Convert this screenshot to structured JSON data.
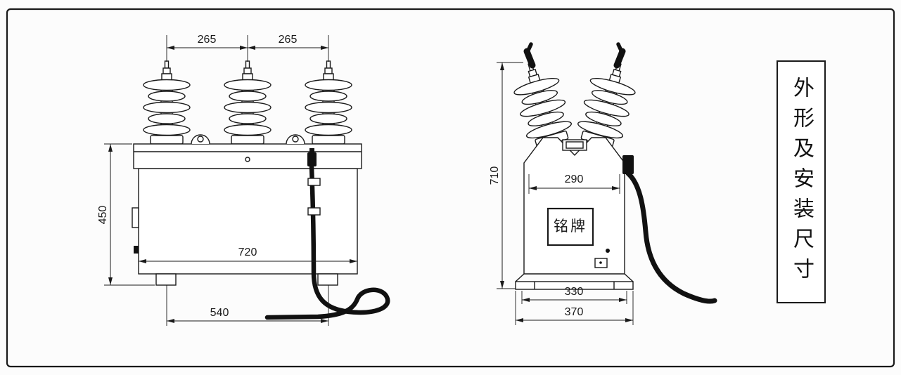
{
  "title_panel": {
    "text": "外形及安装尺寸"
  },
  "front_view": {
    "dims": {
      "spacing_left": "265",
      "spacing_right": "265",
      "height": "450",
      "width": "720",
      "foot_span": "540"
    }
  },
  "side_view": {
    "nameplate": "铭牌",
    "dims": {
      "height": "710",
      "width": "290",
      "base_inner": "330",
      "base_outer": "370"
    }
  }
}
